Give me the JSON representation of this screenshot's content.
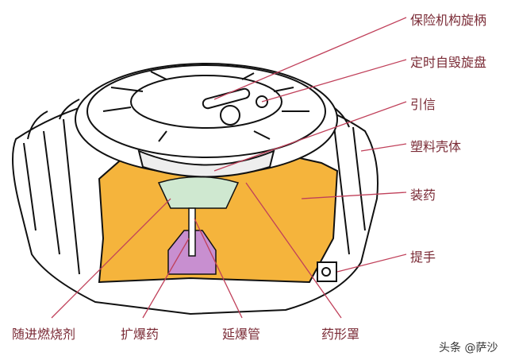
{
  "labels": {
    "safety_handle": "保险机构旋柄",
    "self_destruct_dial": "定时自毁旋盘",
    "fuze": "引信",
    "plastic_casing": "塑料壳体",
    "charge": "装药",
    "handle": "提手",
    "incendiary": "随进燃烧剂",
    "booster": "扩爆药",
    "delay_detonator": "延爆管",
    "liner": "药形罩"
  },
  "watermark": "头条 @萨沙",
  "colors": {
    "charge": "#f5b43c",
    "label": "#7a2a35",
    "leader": "#c0405a",
    "booster": "#c88fd0",
    "liner_zone": "#cfe8d0"
  }
}
